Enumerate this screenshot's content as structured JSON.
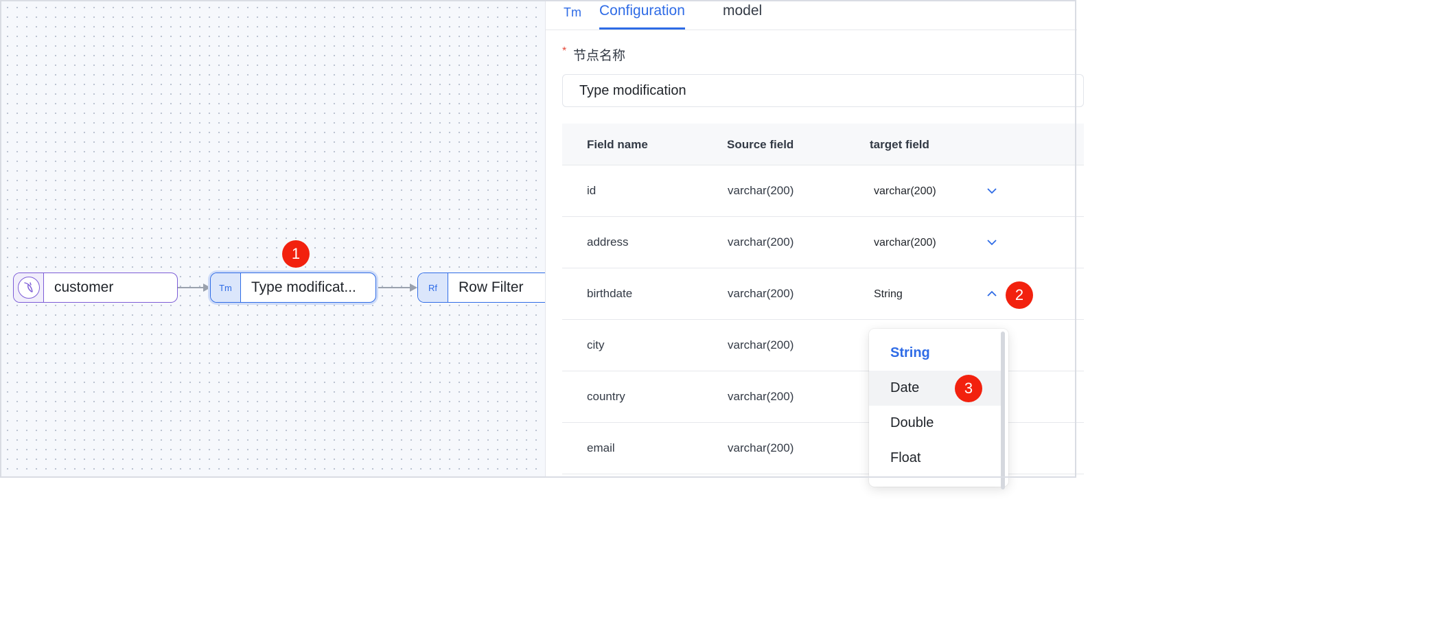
{
  "canvas": {
    "nodes": [
      {
        "badge": "",
        "label": "customer"
      },
      {
        "badge": "Tm",
        "label": "Type modificat..."
      },
      {
        "badge": "Rf",
        "label": "Row Filter"
      }
    ],
    "markers": [
      "1",
      "2",
      "3"
    ]
  },
  "panel": {
    "tab_prefix": "Tm",
    "tabs": [
      "Configuration",
      "model"
    ],
    "active_tab": "Configuration",
    "required_mark": "*",
    "node_name_label": "节点名称",
    "node_name_value": "Type modification",
    "table": {
      "headers": [
        "Field name",
        "Source field",
        "target field"
      ],
      "rows": [
        {
          "name": "id",
          "source": "varchar(200)",
          "target": "varchar(200)",
          "expanded": false
        },
        {
          "name": "address",
          "source": "varchar(200)",
          "target": "varchar(200)",
          "expanded": false
        },
        {
          "name": "birthdate",
          "source": "varchar(200)",
          "target": "String",
          "expanded": true
        },
        {
          "name": "city",
          "source": "varchar(200)",
          "target": "",
          "expanded": false
        },
        {
          "name": "country",
          "source": "varchar(200)",
          "target": "",
          "expanded": false
        },
        {
          "name": "email",
          "source": "varchar(200)",
          "target": "",
          "expanded": false
        }
      ]
    },
    "type_dropdown": {
      "options": [
        "String",
        "Date",
        "Double",
        "Float"
      ],
      "selected": "String",
      "hovered": "Date"
    }
  },
  "colors": {
    "accent": "#2e6be6",
    "source_node": "#7b5bd6",
    "marker": "#f2210e"
  }
}
